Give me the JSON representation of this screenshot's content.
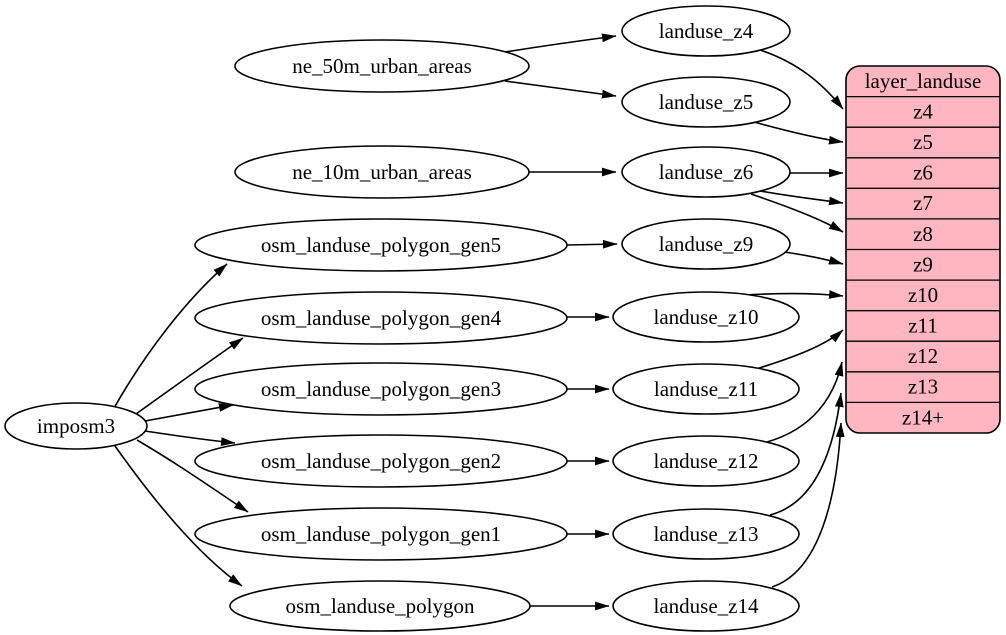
{
  "diagram": {
    "kind": "etl-graph",
    "background": "#ffffff",
    "edge_color": "#000000",
    "node_fill": "#ffffff",
    "node_stroke": "#000000"
  },
  "nodes": {
    "imposm3": "imposm3",
    "ne_50m_urban_areas": "ne_50m_urban_areas",
    "ne_10m_urban_areas": "ne_10m_urban_areas",
    "osm_landuse_polygon_gen5": "osm_landuse_polygon_gen5",
    "osm_landuse_polygon_gen4": "osm_landuse_polygon_gen4",
    "osm_landuse_polygon_gen3": "osm_landuse_polygon_gen3",
    "osm_landuse_polygon_gen2": "osm_landuse_polygon_gen2",
    "osm_landuse_polygon_gen1": "osm_landuse_polygon_gen1",
    "osm_landuse_polygon": "osm_landuse_polygon",
    "landuse_z4": "landuse_z4",
    "landuse_z5": "landuse_z5",
    "landuse_z6": "landuse_z6",
    "landuse_z9": "landuse_z9",
    "landuse_z10": "landuse_z10",
    "landuse_z11": "landuse_z11",
    "landuse_z12": "landuse_z12",
    "landuse_z13": "landuse_z13",
    "landuse_z14": "landuse_z14"
  },
  "table": {
    "title": "layer_landuse",
    "fill": "#ffb6c1",
    "rows": [
      "z4",
      "z5",
      "z6",
      "z7",
      "z8",
      "z9",
      "z10",
      "z11",
      "z12",
      "z13",
      "z14+"
    ]
  },
  "edges": [
    {
      "from": "imposm3",
      "to": "osm_landuse_polygon_gen5"
    },
    {
      "from": "imposm3",
      "to": "osm_landuse_polygon_gen4"
    },
    {
      "from": "imposm3",
      "to": "osm_landuse_polygon_gen3"
    },
    {
      "from": "imposm3",
      "to": "osm_landuse_polygon_gen2"
    },
    {
      "from": "imposm3",
      "to": "osm_landuse_polygon_gen1"
    },
    {
      "from": "imposm3",
      "to": "osm_landuse_polygon"
    },
    {
      "from": "ne_50m_urban_areas",
      "to": "landuse_z4"
    },
    {
      "from": "ne_50m_urban_areas",
      "to": "landuse_z5"
    },
    {
      "from": "ne_10m_urban_areas",
      "to": "landuse_z6"
    },
    {
      "from": "osm_landuse_polygon_gen5",
      "to": "landuse_z9"
    },
    {
      "from": "osm_landuse_polygon_gen4",
      "to": "landuse_z10"
    },
    {
      "from": "osm_landuse_polygon_gen3",
      "to": "landuse_z11"
    },
    {
      "from": "osm_landuse_polygon_gen2",
      "to": "landuse_z12"
    },
    {
      "from": "osm_landuse_polygon_gen1",
      "to": "landuse_z13"
    },
    {
      "from": "osm_landuse_polygon",
      "to": "landuse_z14"
    },
    {
      "from": "landuse_z4",
      "to": "layer_landuse.z4"
    },
    {
      "from": "landuse_z5",
      "to": "layer_landuse.z5"
    },
    {
      "from": "landuse_z6",
      "to": "layer_landuse.z6"
    },
    {
      "from": "landuse_z6",
      "to": "layer_landuse.z7"
    },
    {
      "from": "landuse_z6",
      "to": "layer_landuse.z8"
    },
    {
      "from": "landuse_z9",
      "to": "layer_landuse.z9"
    },
    {
      "from": "landuse_z10",
      "to": "layer_landuse.z10"
    },
    {
      "from": "landuse_z11",
      "to": "layer_landuse.z11"
    },
    {
      "from": "landuse_z12",
      "to": "layer_landuse.z12"
    },
    {
      "from": "landuse_z13",
      "to": "layer_landuse.z13"
    },
    {
      "from": "landuse_z14",
      "to": "layer_landuse.z14+"
    }
  ]
}
